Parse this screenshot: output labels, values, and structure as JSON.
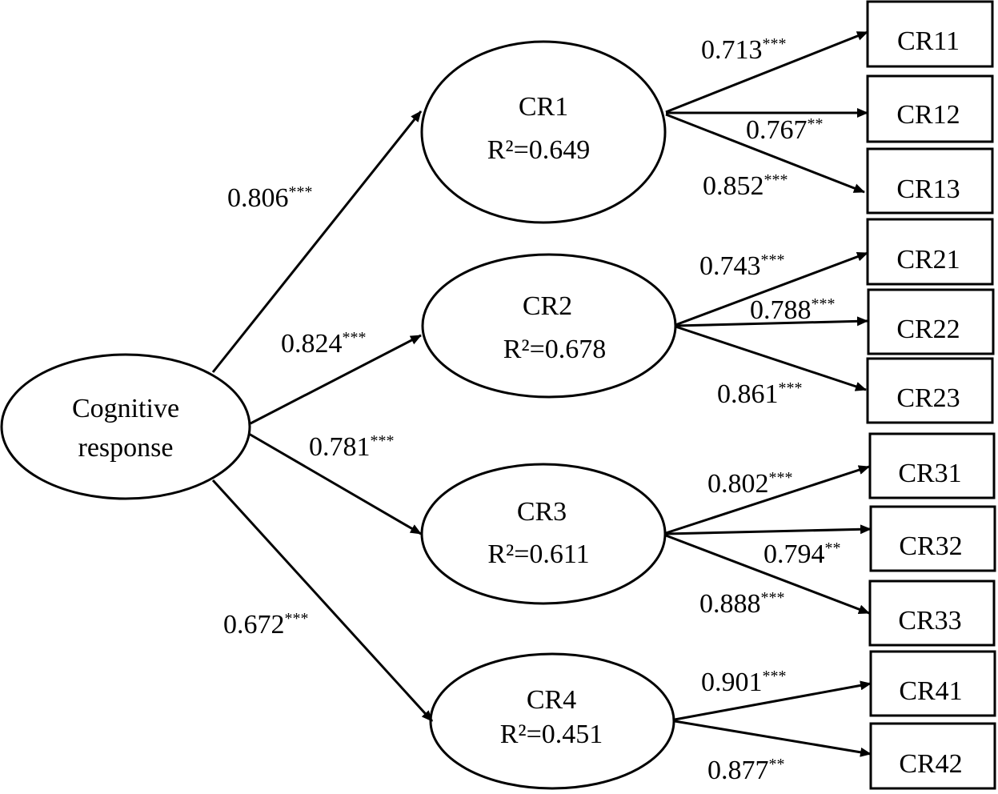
{
  "root": {
    "lines": [
      "Cognitive",
      "response"
    ]
  },
  "factors": [
    {
      "id": "CR1",
      "label": "CR1",
      "r2": "R²=0.649",
      "path": {
        "coef": "0.806",
        "sig": "***"
      },
      "indicators": [
        {
          "label": "CR11",
          "coef": "0.713",
          "sig": "***"
        },
        {
          "label": "CR12",
          "coef": "0.767",
          "sig": "**"
        },
        {
          "label": "CR13",
          "coef": "0.852",
          "sig": "***"
        }
      ]
    },
    {
      "id": "CR2",
      "label": "CR2",
      "r2": "R²=0.678",
      "path": {
        "coef": "0.824",
        "sig": "***"
      },
      "indicators": [
        {
          "label": "CR21",
          "coef": "0.743",
          "sig": "***"
        },
        {
          "label": "CR22",
          "coef": "0.788",
          "sig": "***"
        },
        {
          "label": "CR23",
          "coef": "0.861",
          "sig": "***"
        }
      ]
    },
    {
      "id": "CR3",
      "label": "CR3",
      "r2": "R²=0.611",
      "path": {
        "coef": "0.781",
        "sig": "***"
      },
      "indicators": [
        {
          "label": "CR31",
          "coef": "0.802",
          "sig": "***"
        },
        {
          "label": "CR32",
          "coef": "0.794",
          "sig": "**"
        },
        {
          "label": "CR33",
          "coef": "0.888",
          "sig": "***"
        }
      ]
    },
    {
      "id": "CR4",
      "label": "CR4",
      "r2": "R²=0.451",
      "path": {
        "coef": "0.672",
        "sig": "***"
      },
      "indicators": [
        {
          "label": "CR41",
          "coef": "0.901",
          "sig": "***"
        },
        {
          "label": "CR42",
          "coef": "0.877",
          "sig": "**"
        }
      ]
    }
  ]
}
